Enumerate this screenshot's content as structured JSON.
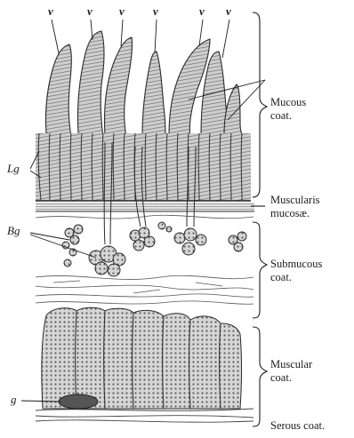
{
  "figure": {
    "villus_labels": [
      "v",
      "v",
      "v",
      "v",
      "v",
      "v"
    ],
    "left_labels": {
      "lieberkuhn_glands": "Lg",
      "brunner_glands": "Bg",
      "ganglion": "g"
    },
    "layer_labels": {
      "mucous": [
        "Mucous",
        "coat."
      ],
      "muscularis": [
        "Muscularis",
        "mucosæ."
      ],
      "submucous": [
        "Submucous",
        "coat."
      ],
      "muscular": [
        "Muscular",
        "coat."
      ],
      "serous": "Serous coat."
    },
    "colors": {
      "ink": "#1c1c1c",
      "tissue": "#b9b9b9",
      "tissue_dark": "#6e6e6e",
      "paper": "#ffffff"
    }
  }
}
